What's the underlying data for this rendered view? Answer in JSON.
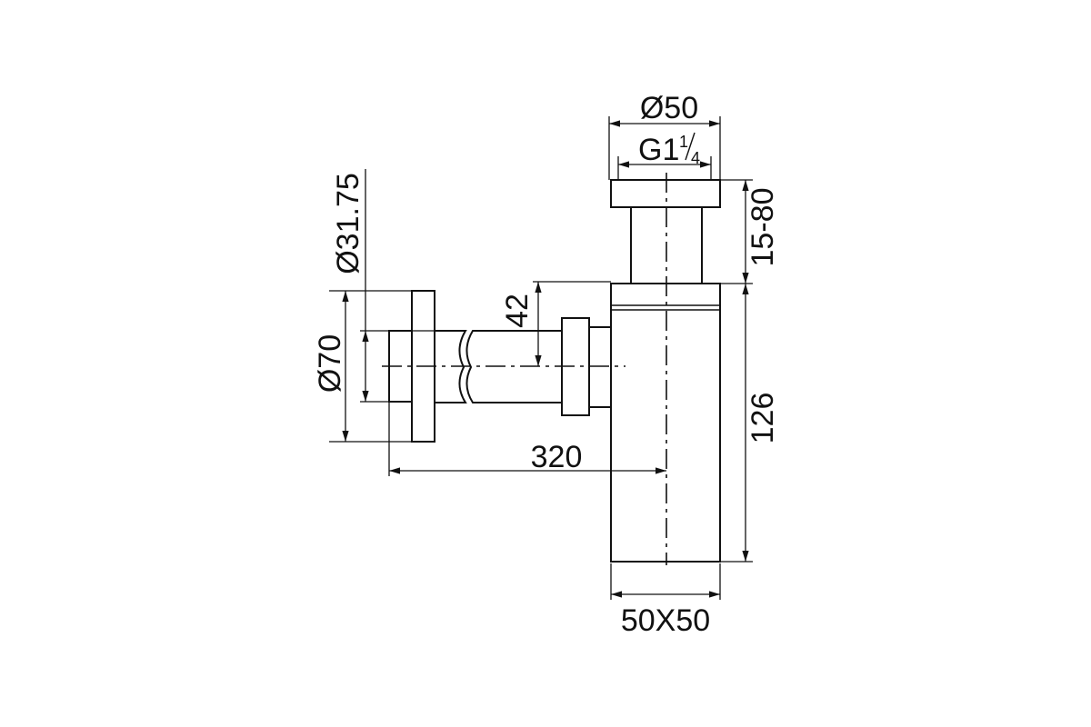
{
  "dimensions": {
    "top_diameter": "Ø50",
    "thread_prefix": "G1",
    "thread_num": "1",
    "thread_den": "4",
    "height_adjust": "15-80",
    "pipe_diameter": "Ø31.75",
    "wall_flange_diameter": "Ø70",
    "outlet_height": "42",
    "wall_distance": "320",
    "body_height": "126",
    "body_section": "50X50"
  }
}
